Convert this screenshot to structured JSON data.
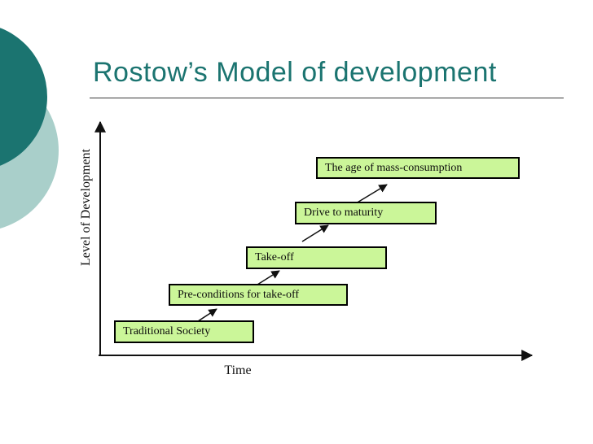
{
  "slide": {
    "title": "Rostow’s Model of development"
  },
  "diagram": {
    "type": "staircase-diagram",
    "y_axis_label": "Level of Development",
    "x_axis_label": "Time",
    "stages": [
      {
        "label": "Traditional Society"
      },
      {
        "label": "Pre-conditions for take-off"
      },
      {
        "label": "Take-off"
      },
      {
        "label": "Drive to maturity"
      },
      {
        "label": "The age of mass-consumption"
      }
    ]
  },
  "colors": {
    "accent_teal": "#1B7470",
    "pale_teal": "#A9CFCA",
    "stage_box_fill": "#CBF699",
    "stage_box_border": "#000000",
    "axis_line": "#111111"
  }
}
